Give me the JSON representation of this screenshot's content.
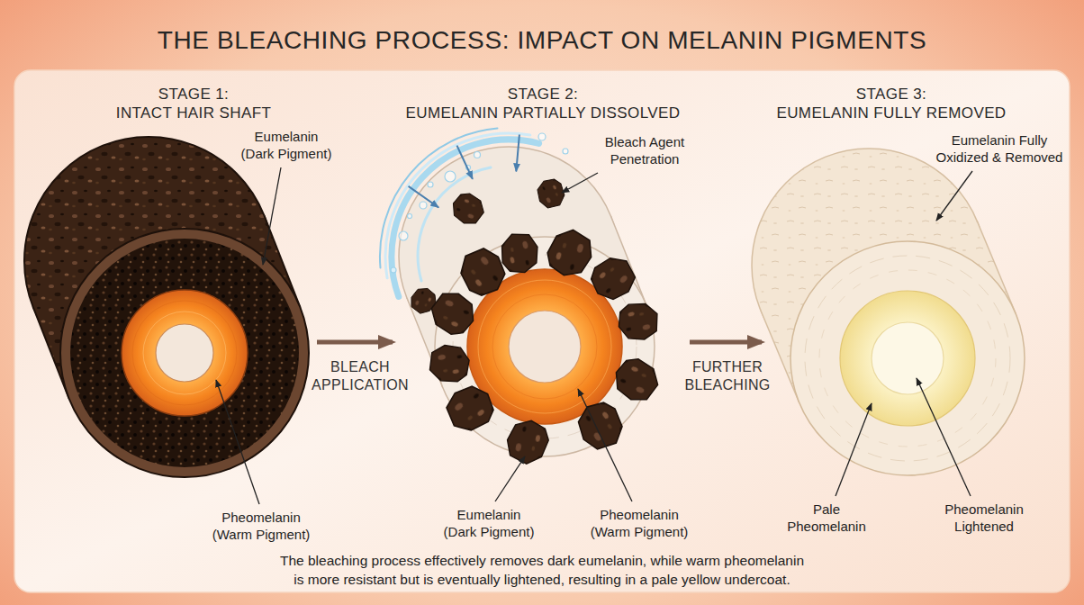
{
  "diagram": {
    "title": "THE BLEACHING PROCESS: IMPACT ON MELANIN PIGMENTS",
    "caption": "The bleaching process effectively removes dark eumelanin, while warm pheomelanin is more resistant but is eventually lightened, resulting in a pale yellow undercoat.",
    "nodes": [
      {
        "text": [
          "STAGE 1:",
          "INTACT HAIR SHAFT"
        ]
      },
      {
        "text": [
          "STAGE 2:",
          "EUMELANIN PARTIALLY DISSOLVED"
        ]
      },
      {
        "text": [
          "STAGE 3:",
          "EUMELANIN FULLY REMOVED"
        ]
      }
    ],
    "edges": [
      {
        "from": 0,
        "to": 1,
        "arrow": "to",
        "label": "BLEACH APPLICATION"
      },
      {
        "from": 1,
        "to": 2,
        "arrow": "to",
        "label": "FURTHER BLEACHING"
      }
    ],
    "labels": [
      "Eumelanin (Dark Pigment)",
      "Pheomelanin (Warm Pigment)",
      "Bleach Agent Penetration",
      "Eumelanin (Dark Pigment)",
      "Pheomelanin (Warm Pigment)",
      "Eumelanin Fully Oxidized & Removed",
      "Pale Pheomelanin",
      "Pheomelanin Lightened"
    ]
  }
}
